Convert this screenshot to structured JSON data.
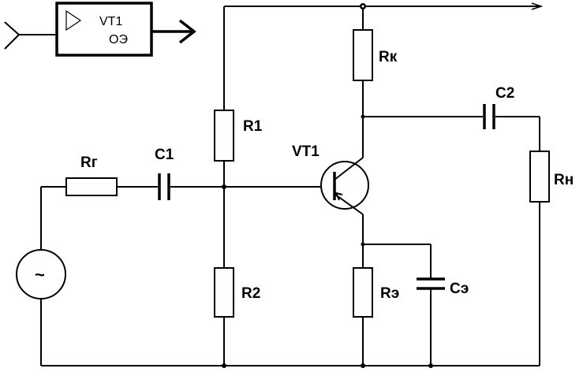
{
  "block": {
    "title": "VT1",
    "subtitle": "ОЭ"
  },
  "components": {
    "rg": "Rг",
    "c1": "C1",
    "r1": "R1",
    "r2": "R2",
    "vt1": "VT1",
    "rk": "Rк",
    "c2": "C2",
    "rn": "Rн",
    "re": "Rэ",
    "ce": "Cэ"
  },
  "source": {
    "symbol": "~"
  }
}
